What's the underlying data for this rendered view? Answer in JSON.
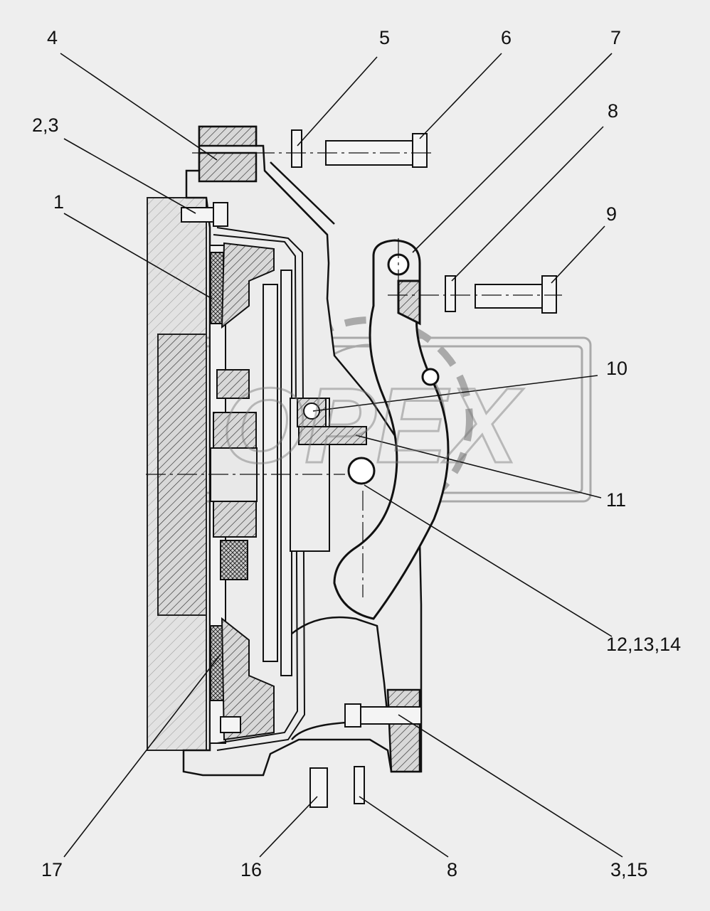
{
  "diagram": {
    "callouts": [
      {
        "id": "c4",
        "text": "4"
      },
      {
        "id": "c5",
        "text": "5"
      },
      {
        "id": "c6",
        "text": "6"
      },
      {
        "id": "c7",
        "text": "7"
      },
      {
        "id": "c23",
        "text": "2,3"
      },
      {
        "id": "c8a",
        "text": "8"
      },
      {
        "id": "c1",
        "text": "1"
      },
      {
        "id": "c9",
        "text": "9"
      },
      {
        "id": "c10",
        "text": "10"
      },
      {
        "id": "c11",
        "text": "11"
      },
      {
        "id": "c121314",
        "text": "12,13,14"
      },
      {
        "id": "c17",
        "text": "17"
      },
      {
        "id": "c16",
        "text": "16"
      },
      {
        "id": "c8b",
        "text": "8"
      },
      {
        "id": "c315",
        "text": "3,15"
      }
    ],
    "watermark": "OPEX"
  }
}
